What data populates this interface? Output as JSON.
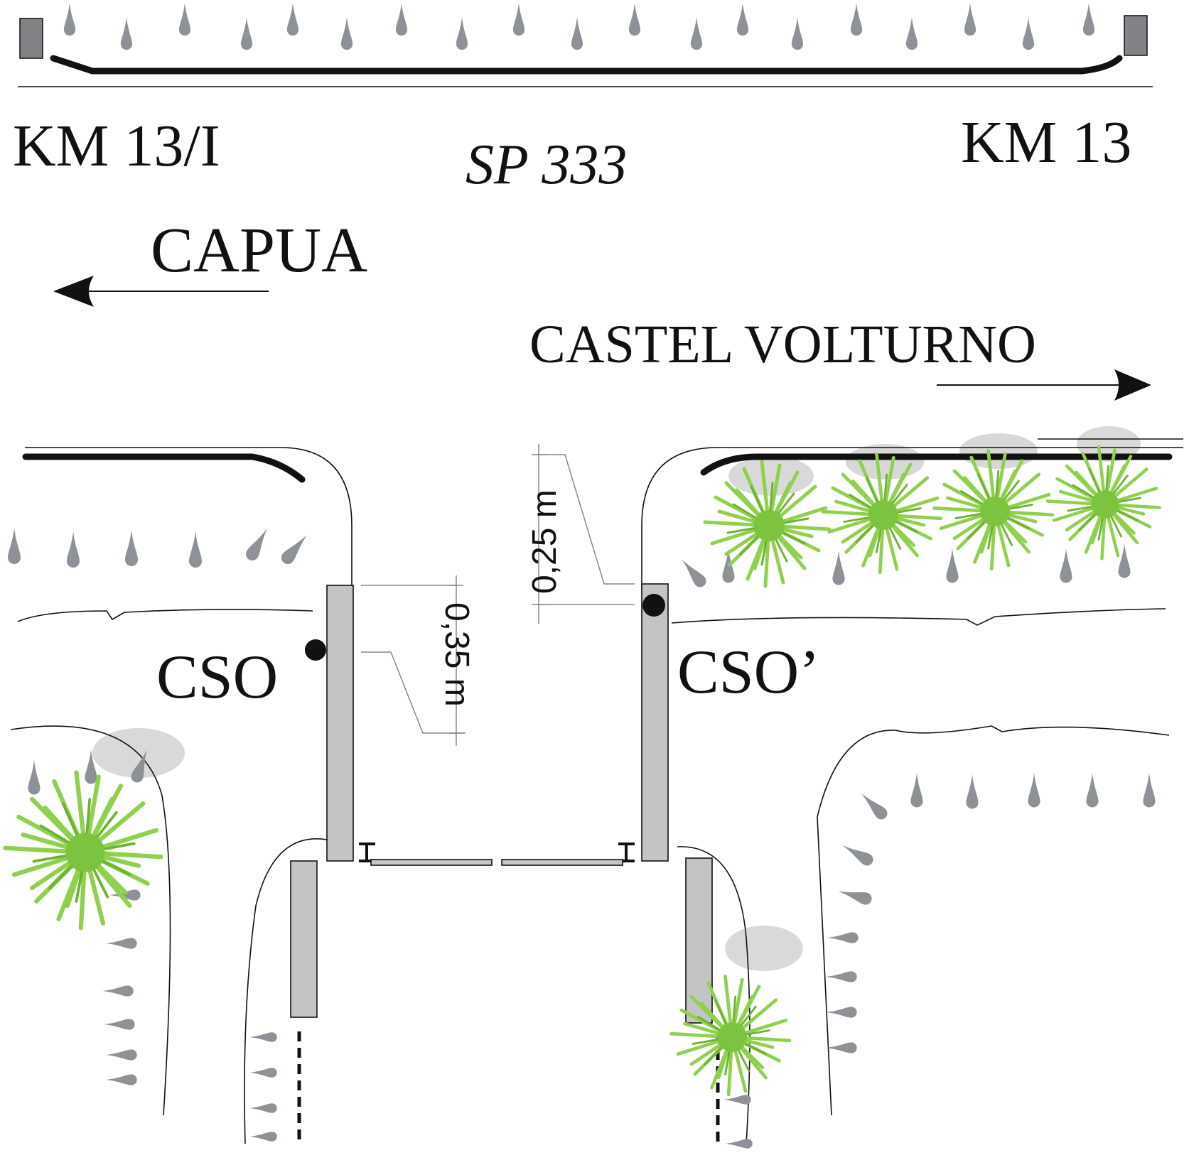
{
  "labels": {
    "km_left": "KM 13/I",
    "road": "SP 333",
    "km_right": "KM 13",
    "dir_left": "CAPUA",
    "dir_right": "CASTEL VOLTURNO",
    "cso_left": "CSO",
    "cso_right": "CSO’",
    "dim_035": "0,35 m",
    "dim_025": "0,25 m"
  },
  "colors": {
    "line": "#111111",
    "post_fill": "#c4c4c4",
    "drop": "#8e9196",
    "vegetation_light": "#8fd14f",
    "vegetation_dark": "#6cb233"
  },
  "icons": {
    "rain_drop": "drop-icon",
    "vegetation": "grass-bush-icon",
    "sensor": "dot-icon"
  }
}
